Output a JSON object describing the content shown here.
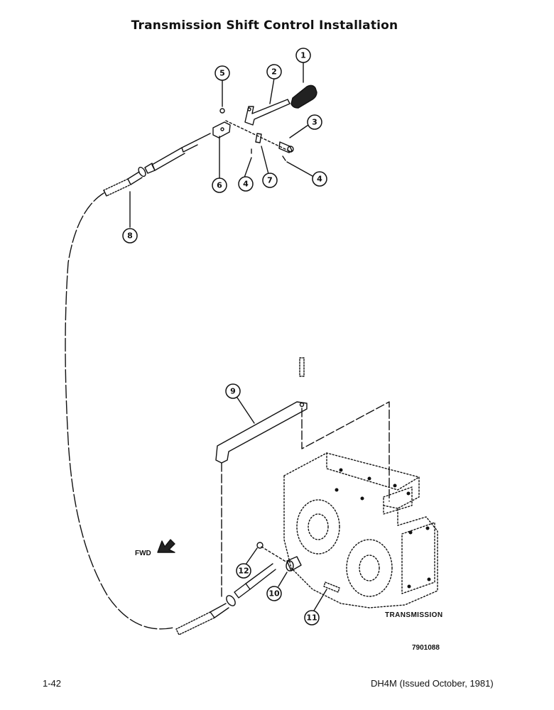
{
  "title": "Transmission Shift Control Installation",
  "page_number": "1-42",
  "footer": "DH4M (Issued October, 1981)",
  "labels": {
    "fwd": "FWD",
    "transmission": "TRANSMISSION",
    "figure_number": "7901088"
  },
  "callouts": [
    "1",
    "2",
    "3",
    "4",
    "4",
    "5",
    "6",
    "7",
    "8",
    "9",
    "10",
    "11",
    "12"
  ]
}
